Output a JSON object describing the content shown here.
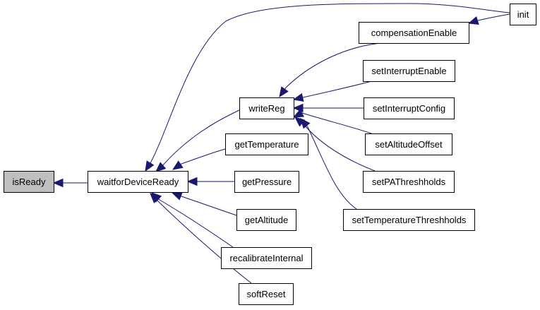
{
  "graph": {
    "colors": {
      "edge": "#191970",
      "highlight_fill": "#bfbfbf",
      "node_border": "#000000",
      "node_fill": "#ffffff"
    },
    "nodes": [
      {
        "id": "isReady",
        "label": "isReady",
        "highlight": true
      },
      {
        "id": "waitforDeviceReady",
        "label": "waitforDeviceReady"
      },
      {
        "id": "writeReg",
        "label": "writeReg"
      },
      {
        "id": "getTemperature",
        "label": "getTemperature"
      },
      {
        "id": "getPressure",
        "label": "getPressure"
      },
      {
        "id": "getAltitude",
        "label": "getAltitude"
      },
      {
        "id": "recalibrateInternal",
        "label": "recalibrateInternal"
      },
      {
        "id": "softReset",
        "label": "softReset"
      },
      {
        "id": "compensationEnable",
        "label": "compensationEnable"
      },
      {
        "id": "setInterruptEnable",
        "label": "setInterruptEnable"
      },
      {
        "id": "setInterruptConfig",
        "label": "setInterruptConfig"
      },
      {
        "id": "setAltitudeOffset",
        "label": "setAltitudeOffset"
      },
      {
        "id": "setPAThreshholds",
        "label": "setPAThreshholds"
      },
      {
        "id": "setTemperatureThreshholds",
        "label": "setTemperatureThreshholds"
      },
      {
        "id": "init",
        "label": "init"
      }
    ],
    "edges": [
      {
        "from": "waitforDeviceReady",
        "to": "isReady"
      },
      {
        "from": "init",
        "to": "waitforDeviceReady"
      },
      {
        "from": "writeReg",
        "to": "waitforDeviceReady"
      },
      {
        "from": "getTemperature",
        "to": "waitforDeviceReady"
      },
      {
        "from": "getPressure",
        "to": "waitforDeviceReady"
      },
      {
        "from": "getAltitude",
        "to": "waitforDeviceReady"
      },
      {
        "from": "recalibrateInternal",
        "to": "waitforDeviceReady"
      },
      {
        "from": "softReset",
        "to": "waitforDeviceReady"
      },
      {
        "from": "compensationEnable",
        "to": "writeReg"
      },
      {
        "from": "setInterruptEnable",
        "to": "writeReg"
      },
      {
        "from": "setInterruptConfig",
        "to": "writeReg"
      },
      {
        "from": "setAltitudeOffset",
        "to": "writeReg"
      },
      {
        "from": "setPAThreshholds",
        "to": "writeReg"
      },
      {
        "from": "setTemperatureThreshholds",
        "to": "writeReg"
      },
      {
        "from": "init",
        "to": "compensationEnable"
      }
    ]
  }
}
